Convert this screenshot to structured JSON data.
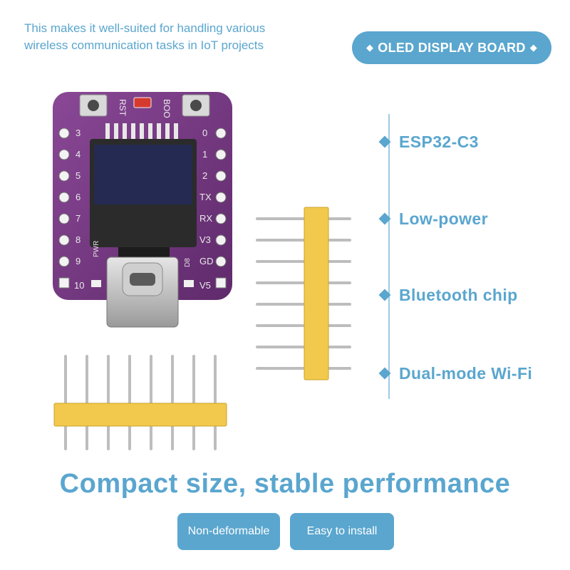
{
  "intro_lines": [
    "This makes it well-suited for handling various",
    "wireless communication tasks in IoT projects"
  ],
  "badge": {
    "label": "OLED DISPLAY BOARD",
    "diamond": "◆"
  },
  "board": {
    "left_pins": [
      "3",
      "4",
      "5",
      "6",
      "7",
      "8",
      "9",
      "10"
    ],
    "right_pins": [
      "0",
      "1",
      "2",
      "TX",
      "RX",
      "V3",
      "GD",
      "V5"
    ],
    "labels": {
      "rst": "RST",
      "boo": "BOO",
      "pwr": "PWR",
      "d8": "D8"
    }
  },
  "features": [
    "ESP32-C3",
    "Low-power",
    "Bluetooth chip",
    "Dual-mode Wi-Fi"
  ],
  "headline": "Compact size, stable performance",
  "pills": [
    "Non-deformable",
    "Easy to install"
  ],
  "colors": {
    "accent": "#5aa6cf",
    "pcb": "#7a3a86",
    "header_plastic": "#f2c94c",
    "pin_metal": "#c9c9c9"
  }
}
